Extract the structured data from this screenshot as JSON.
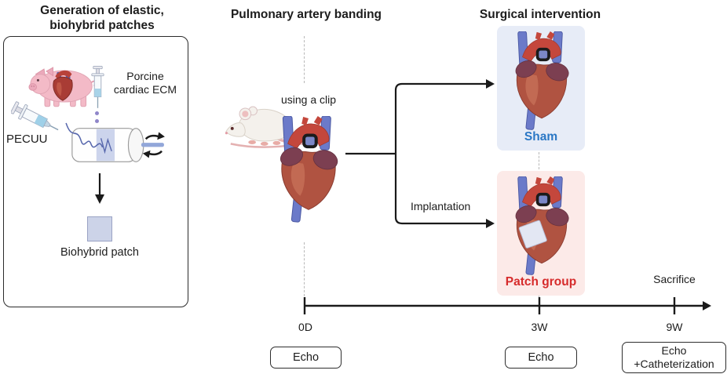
{
  "left_panel": {
    "title_line1": "Generation of elastic,",
    "title_line2": "biohybrid patches",
    "ecm_label_line1": "Porcine",
    "ecm_label_line2": "cardiac ECM",
    "pecuu_label": "PECUU",
    "patch_label": "Biohybrid patch"
  },
  "banding": {
    "title": "Pulmonary artery banding",
    "clip_label": "using a clip"
  },
  "intervention": {
    "title": "Surgical intervention",
    "sham_label": "Sham",
    "implantation_label": "Implantation",
    "patch_group_label": "Patch group"
  },
  "timeline": {
    "tick_labels": [
      "0D",
      "3W",
      "9W"
    ],
    "sacrifice_label": "Sacrifice",
    "events": {
      "echo_0d": "Echo",
      "echo_3w": "Echo",
      "echo_9w_line1": "Echo",
      "echo_9w_line2": "+Catheterization"
    }
  },
  "colors": {
    "sham_text": "#2a77c5",
    "patch_group_text": "#d62b2b",
    "sham_panel_bg": "#e7ecf7",
    "patch_panel_bg": "#fceae8",
    "patch_square_fill": "#ccd3e8",
    "vessel_blue": "#6b7ac9",
    "heart_red": "#b05341"
  }
}
